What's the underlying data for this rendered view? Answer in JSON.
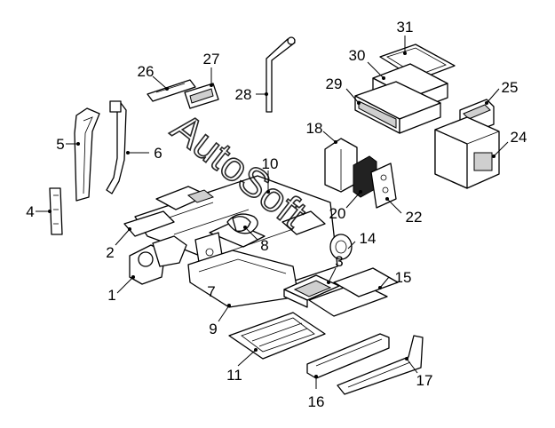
{
  "callouts": [
    {
      "id": "1",
      "label": "1"
    },
    {
      "id": "2",
      "label": "2"
    },
    {
      "id": "3",
      "label": "3"
    },
    {
      "id": "4",
      "label": "4"
    },
    {
      "id": "5",
      "label": "5"
    },
    {
      "id": "6",
      "label": "6"
    },
    {
      "id": "7",
      "label": "7"
    },
    {
      "id": "8",
      "label": "8"
    },
    {
      "id": "9",
      "label": "9"
    },
    {
      "id": "10",
      "label": "10"
    },
    {
      "id": "11",
      "label": "11"
    },
    {
      "id": "14",
      "label": "14"
    },
    {
      "id": "15",
      "label": "15"
    },
    {
      "id": "16",
      "label": "16"
    },
    {
      "id": "17",
      "label": "17"
    },
    {
      "id": "18",
      "label": "18"
    },
    {
      "id": "20",
      "label": "20"
    },
    {
      "id": "22",
      "label": "22"
    },
    {
      "id": "24",
      "label": "24"
    },
    {
      "id": "25",
      "label": "25"
    },
    {
      "id": "26",
      "label": "26"
    },
    {
      "id": "27",
      "label": "27"
    },
    {
      "id": "28",
      "label": "28"
    },
    {
      "id": "29",
      "label": "29"
    },
    {
      "id": "30",
      "label": "30"
    },
    {
      "id": "31",
      "label": "31"
    }
  ],
  "watermark": "AutoSoft"
}
